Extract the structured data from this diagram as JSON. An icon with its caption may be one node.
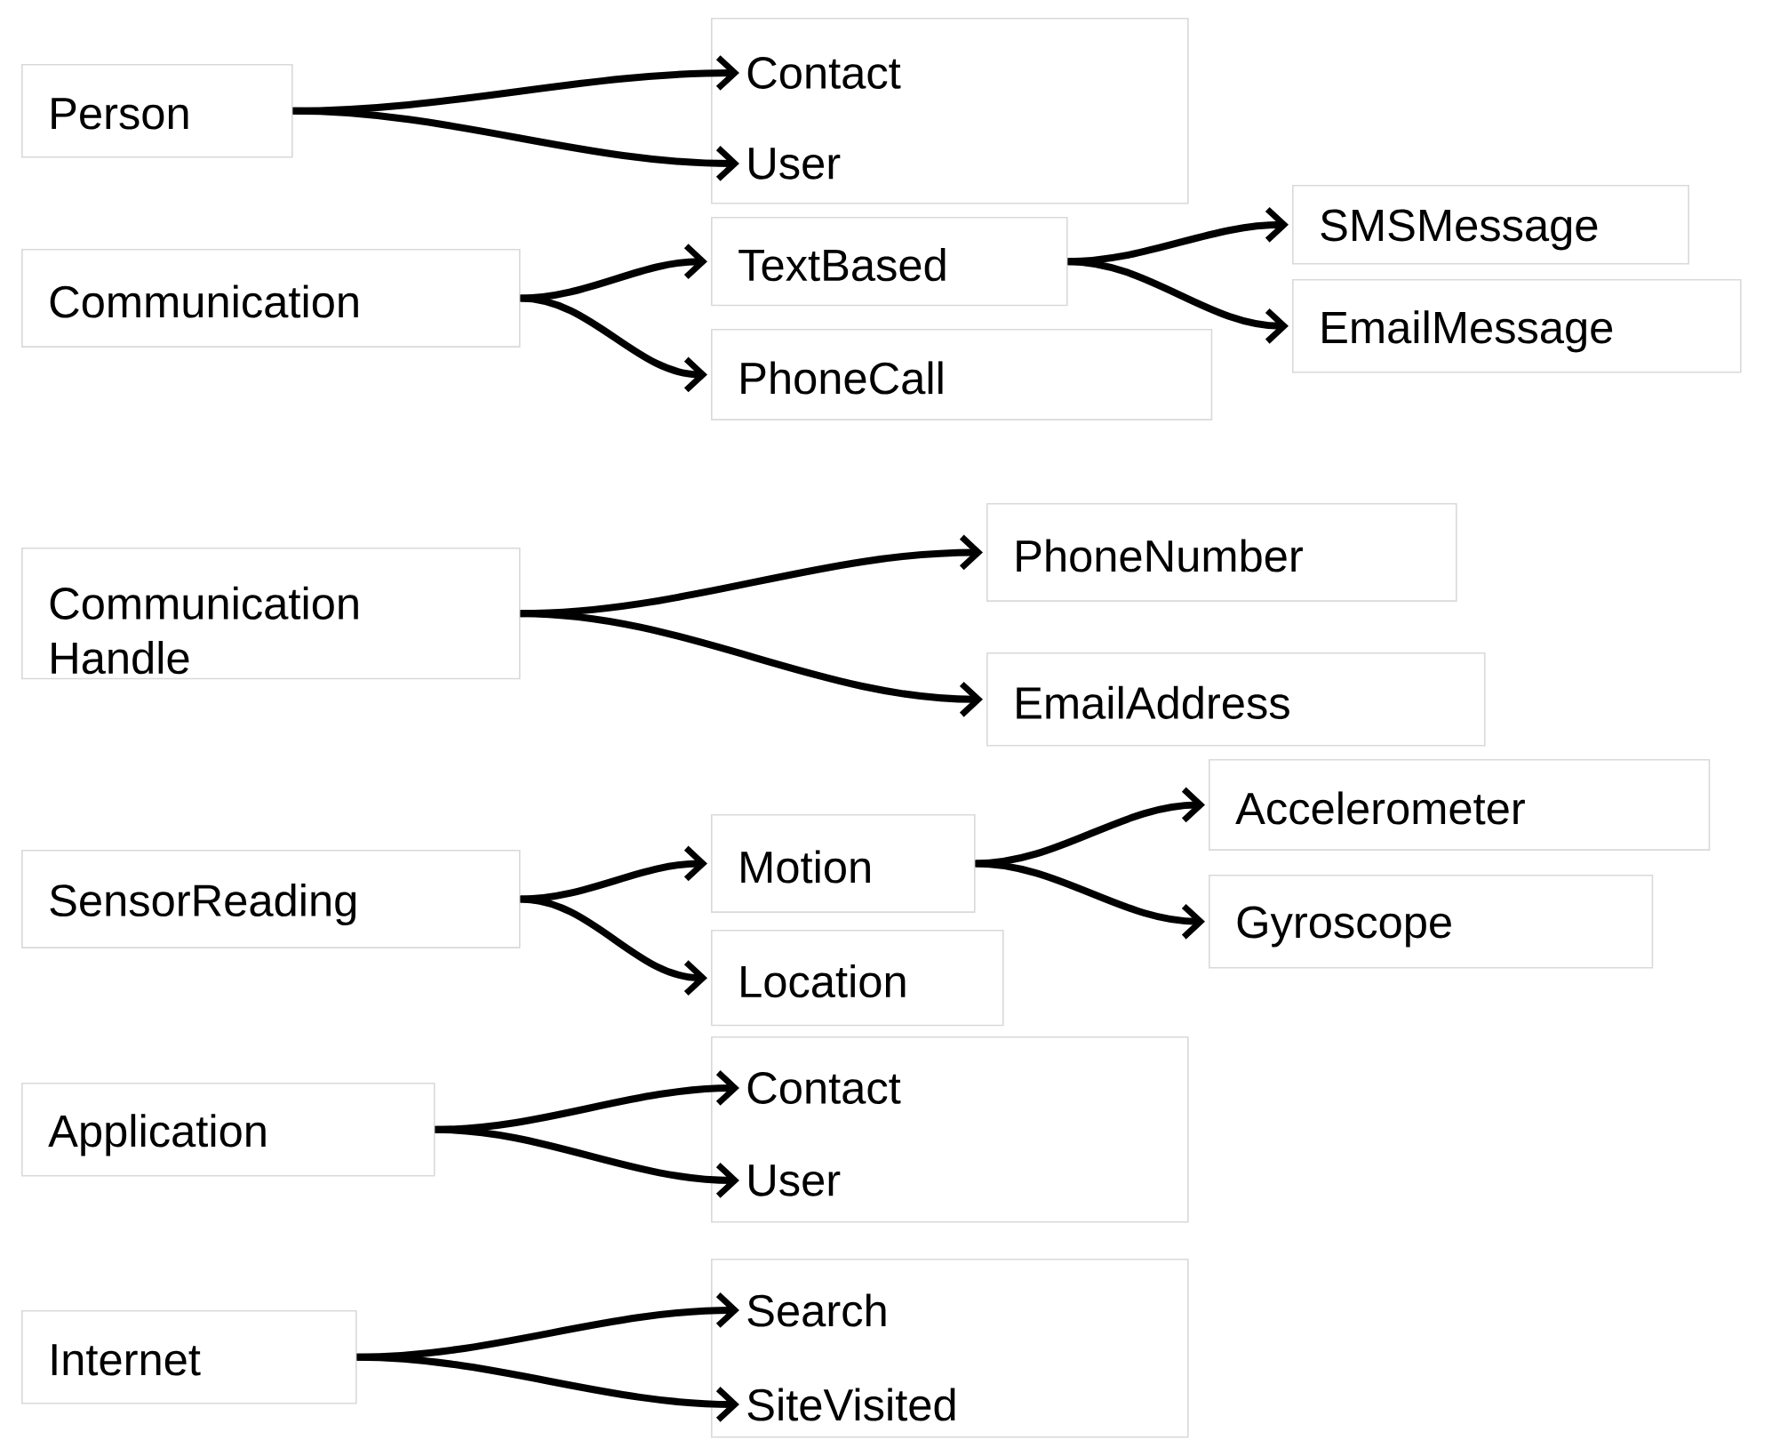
{
  "diagram": {
    "nodes": [
      {
        "text": [
          "Person"
        ]
      },
      {
        "text": [],
        "shape": "box"
      },
      {
        "text": [
          "Contact"
        ],
        "in": 1
      },
      {
        "text": [
          "User"
        ],
        "in": 1
      },
      {
        "text": [
          "Communication"
        ]
      },
      {
        "text": [
          "TextBased"
        ]
      },
      {
        "text": [
          "PhoneCall"
        ]
      },
      {
        "text": [
          "SMSMessage"
        ]
      },
      {
        "text": [
          "EmailMessage"
        ]
      },
      {
        "text": [
          "Communication Handle"
        ]
      },
      {
        "text": [
          "PhoneNumber"
        ]
      },
      {
        "text": [
          "EmailAddress"
        ]
      },
      {
        "text": [
          "SensorReading"
        ]
      },
      {
        "text": [
          "Motion"
        ]
      },
      {
        "text": [
          "Location"
        ]
      },
      {
        "text": [
          "Accelerometer"
        ]
      },
      {
        "text": [
          "Gyroscope"
        ]
      },
      {
        "text": [
          "Application"
        ]
      },
      {
        "text": [],
        "shape": "box"
      },
      {
        "text": [
          "Contact"
        ],
        "in": 18
      },
      {
        "text": [
          "User"
        ],
        "in": 18
      },
      {
        "text": [
          "Internet"
        ]
      },
      {
        "text": [],
        "shape": "box"
      },
      {
        "text": [
          "Search"
        ],
        "in": 22
      },
      {
        "text": [
          "SiteVisited"
        ],
        "in": 22
      }
    ],
    "edges": [
      {
        "from": 0,
        "to": 2,
        "arrow": "to"
      },
      {
        "from": 0,
        "to": 3,
        "arrow": "to"
      },
      {
        "from": 4,
        "to": 5,
        "arrow": "to"
      },
      {
        "from": 4,
        "to": 6,
        "arrow": "to"
      },
      {
        "from": 5,
        "to": 7,
        "arrow": "to"
      },
      {
        "from": 5,
        "to": 8,
        "arrow": "to"
      },
      {
        "from": 9,
        "to": 10,
        "arrow": "to"
      },
      {
        "from": 9,
        "to": 11,
        "arrow": "to"
      },
      {
        "from": 12,
        "to": 13,
        "arrow": "to"
      },
      {
        "from": 12,
        "to": 14,
        "arrow": "to"
      },
      {
        "from": 13,
        "to": 15,
        "arrow": "to"
      },
      {
        "from": 13,
        "to": 16,
        "arrow": "to"
      },
      {
        "from": 17,
        "to": 19,
        "arrow": "to"
      },
      {
        "from": 17,
        "to": 20,
        "arrow": "to"
      },
      {
        "from": 21,
        "to": 23,
        "arrow": "to"
      },
      {
        "from": 21,
        "to": 24,
        "arrow": "to"
      }
    ]
  }
}
